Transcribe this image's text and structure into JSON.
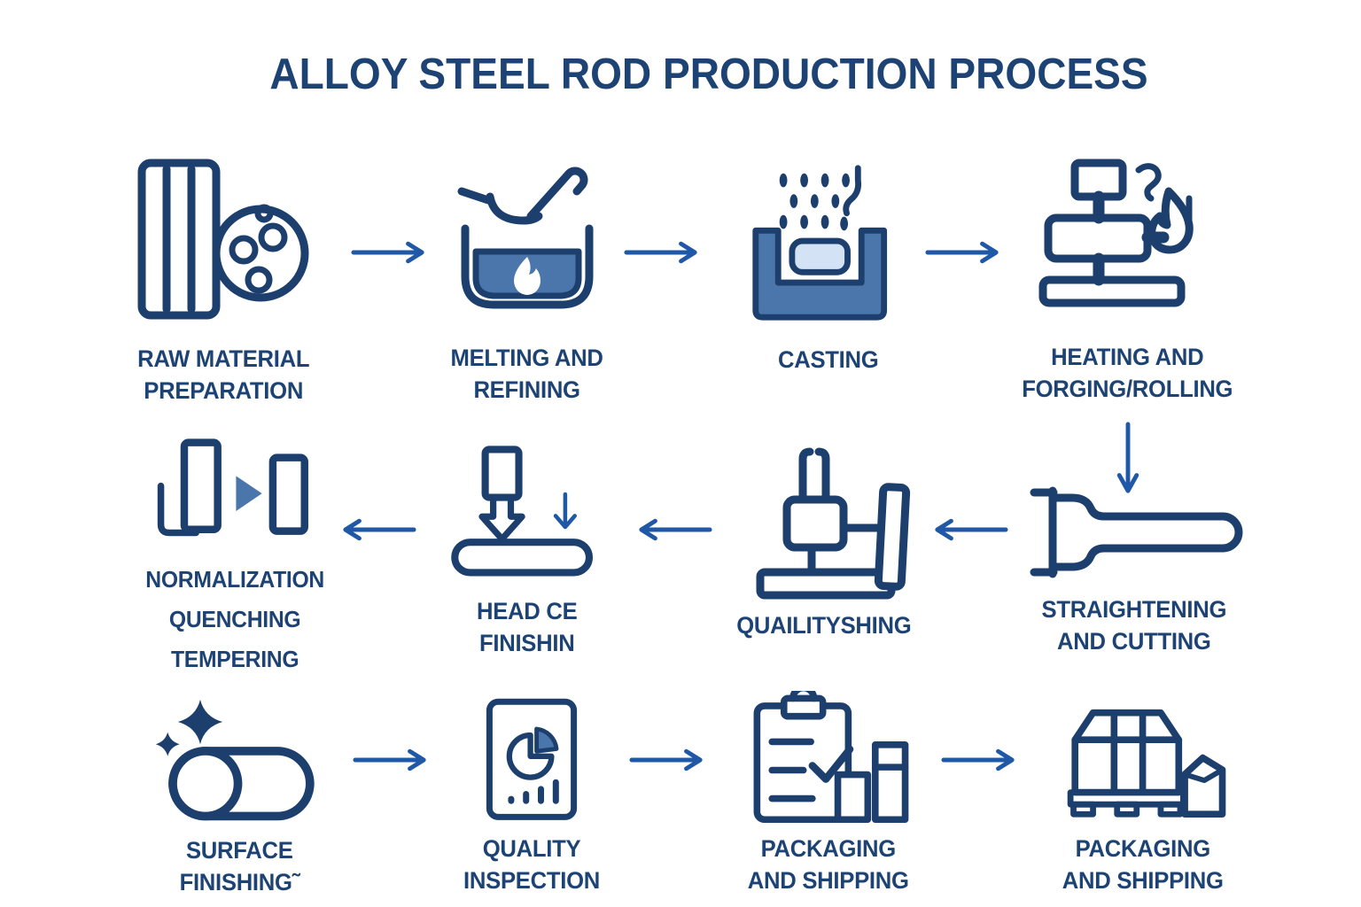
{
  "title": "ALLOY STEEL ROD PRODUCTION PROCESS",
  "colors": {
    "navy": "#1c3f6e",
    "text": "#1d4374",
    "arrow": "#2058a8",
    "medium": "#4a76ab",
    "light": "#d3e2f5",
    "bg": "#ffffff"
  },
  "steps": [
    {
      "id": "raw-material-preparation",
      "icon": "raw-material-icon",
      "label_lines": [
        "RAW MATERIAL",
        "PREPARATION"
      ]
    },
    {
      "id": "melting-and-refining",
      "icon": "melting-crucible-icon",
      "label_lines": [
        "MELTING AND",
        "REFINING"
      ]
    },
    {
      "id": "casting",
      "icon": "casting-mold-icon",
      "label_lines": [
        "CASTING"
      ]
    },
    {
      "id": "heating-and-forging-rolling",
      "icon": "forging-press-flame-icon",
      "label_lines": [
        "HEATING AND",
        "FORGING/ROLLING"
      ]
    },
    {
      "id": "straightening-and-cutting",
      "icon": "rod-profile-icon",
      "label_lines": [
        "STRAIGHTENING",
        "AND CUTTING"
      ]
    },
    {
      "id": "quailityshing",
      "icon": "grinding-machine-icon",
      "label_lines": [
        "QUAILITYSHING"
      ]
    },
    {
      "id": "head-ce-finishin",
      "icon": "press-down-icon",
      "label_lines": [
        "HEAD CE",
        "FINISHIN"
      ]
    },
    {
      "id": "normalization-quenching-tempering",
      "icon": "heat-treatment-icon",
      "label_lines": [
        "NORMALIZATION",
        "QUENCHING",
        "TEMPERING"
      ]
    },
    {
      "id": "surface-finishing",
      "icon": "polished-rod-sparkle-icon",
      "label_lines": [
        "SURFACE",
        "FINISHING˜"
      ]
    },
    {
      "id": "quality-inspection",
      "icon": "report-pie-chart-icon",
      "label_lines": [
        "QUALITY",
        "INSPECTION"
      ]
    },
    {
      "id": "packaging-and-shipping-1",
      "icon": "checklist-boxes-icon",
      "label_lines": [
        "PACKAGING",
        "AND SHIPPING"
      ]
    },
    {
      "id": "packaging-and-shipping-2",
      "icon": "pallet-crate-icon",
      "label_lines": [
        "PACKAGING",
        "AND SHIPPING"
      ]
    }
  ],
  "arrows": [
    {
      "direction": "right",
      "from": "raw-material-preparation",
      "to": "melting-and-refining"
    },
    {
      "direction": "right",
      "from": "melting-and-refining",
      "to": "casting"
    },
    {
      "direction": "right",
      "from": "casting",
      "to": "heating-and-forging-rolling"
    },
    {
      "direction": "down",
      "from": "heating-and-forging-rolling",
      "to": "straightening-and-cutting"
    },
    {
      "direction": "left",
      "from": "straightening-and-cutting",
      "to": "quailityshing"
    },
    {
      "direction": "left",
      "from": "quailityshing",
      "to": "head-ce-finishin"
    },
    {
      "direction": "left",
      "from": "head-ce-finishin",
      "to": "normalization-quenching-tempering"
    },
    {
      "direction": "right",
      "from": "surface-finishing",
      "to": "quality-inspection"
    },
    {
      "direction": "right",
      "from": "quality-inspection",
      "to": "packaging-and-shipping-1"
    },
    {
      "direction": "right",
      "from": "packaging-and-shipping-1",
      "to": "packaging-and-shipping-2"
    }
  ]
}
